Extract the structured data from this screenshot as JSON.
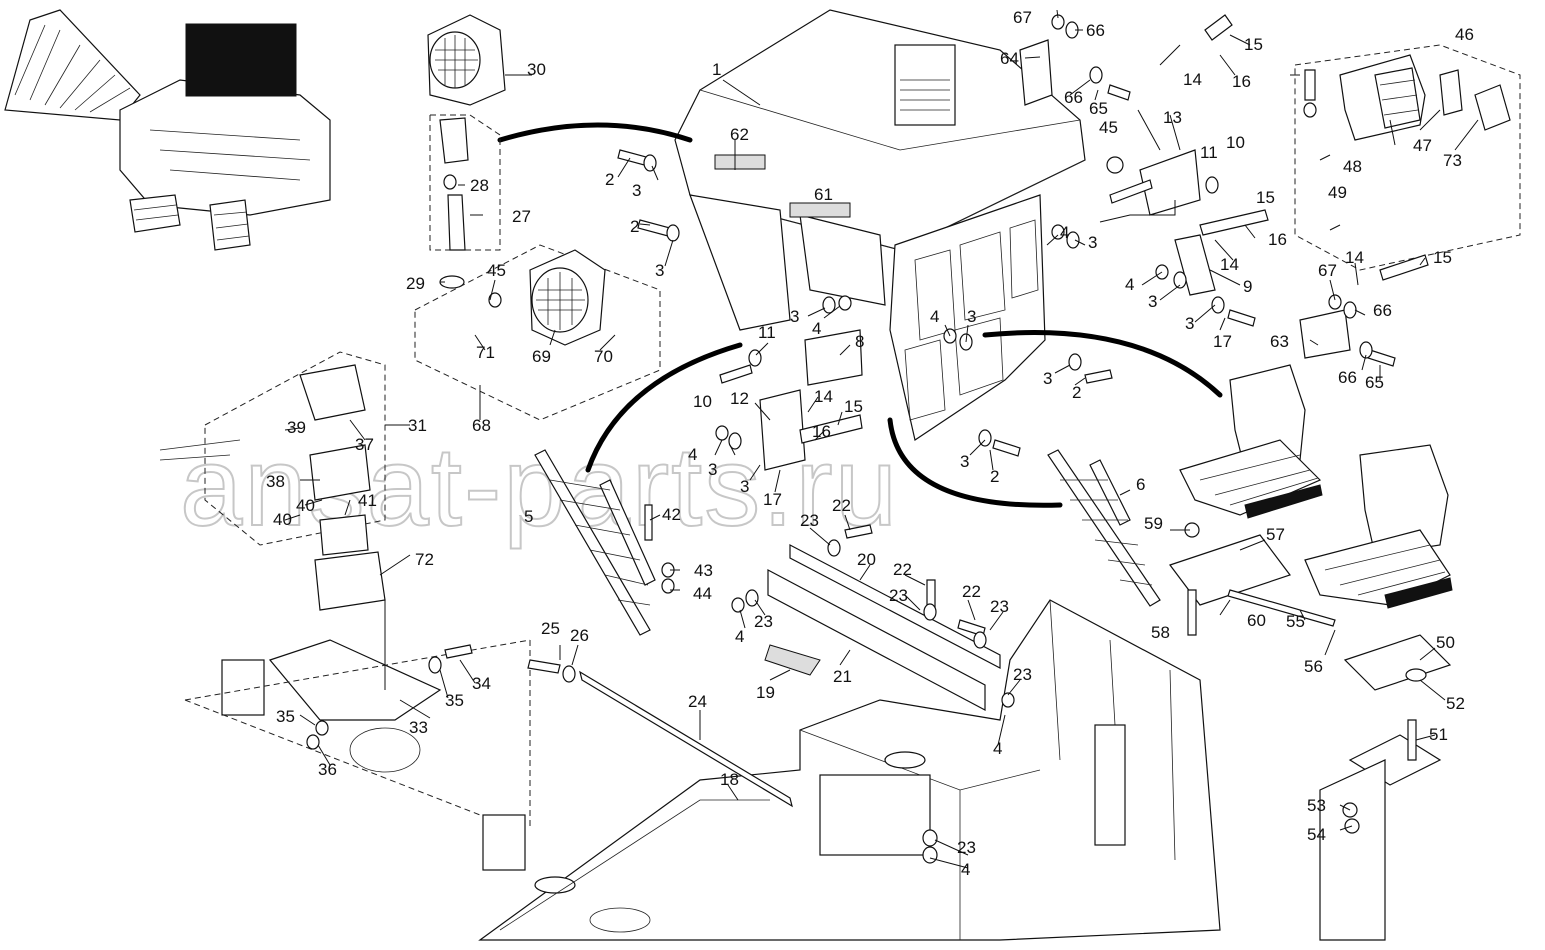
{
  "watermark": "ansat-parts.ru",
  "labels": {
    "l1": "1",
    "l2a": "2",
    "l2b": "2",
    "l2c": "2",
    "l2d": "2",
    "l3a": "3",
    "l3b": "3",
    "l3c": "3",
    "l3d": "3",
    "l3e": "3",
    "l3f": "3",
    "l3g": "3",
    "l3h": "3",
    "l3i": "3",
    "l3j": "3",
    "l3k": "3",
    "l4a": "4",
    "l4b": "4",
    "l4c": "4",
    "l4d": "4",
    "l4e": "4",
    "l4f": "4",
    "l4g": "4",
    "l4h": "4",
    "l5": "5",
    "l6": "6",
    "l8": "8",
    "l9": "9",
    "l10a": "10",
    "l10b": "10",
    "l11a": "11",
    "l11b": "11",
    "l12": "12",
    "l13": "13",
    "l14a": "14",
    "l14b": "14",
    "l14c": "14",
    "l14d": "14",
    "l15a": "15",
    "l15b": "15",
    "l15c": "15",
    "l15d": "15",
    "l16a": "16",
    "l16b": "16",
    "l16c": "16",
    "l17a": "17",
    "l17b": "17",
    "l18": "18",
    "l19": "19",
    "l20": "20",
    "l21": "21",
    "l22a": "22",
    "l22b": "22",
    "l22c": "22",
    "l23a": "23",
    "l23b": "23",
    "l23c": "23",
    "l23d": "23",
    "l23e": "23",
    "l23f": "23",
    "l24": "24",
    "l25": "25",
    "l26": "26",
    "l27": "27",
    "l28": "28",
    "l29": "29",
    "l30": "30",
    "l31": "31",
    "l33": "33",
    "l34": "34",
    "l35a": "35",
    "l35b": "35",
    "l36": "36",
    "l37": "37",
    "l38": "38",
    "l39": "39",
    "l40a": "40",
    "l40b": "40",
    "l41": "41",
    "l42": "42",
    "l43": "43",
    "l44": "44",
    "l45a": "45",
    "l45b": "45",
    "l46": "46",
    "l47": "47",
    "l48": "48",
    "l49": "49",
    "l50": "50",
    "l51": "51",
    "l52": "52",
    "l53": "53",
    "l54": "54",
    "l55": "55",
    "l56": "56",
    "l57": "57",
    "l58": "58",
    "l59": "59",
    "l60": "60",
    "l61": "61",
    "l62": "62",
    "l63": "63",
    "l64": "64",
    "l65a": "65",
    "l65b": "65",
    "l66a": "66",
    "l66b": "66",
    "l66c": "66",
    "l66d": "66",
    "l67a": "67",
    "l67b": "67",
    "l68": "68",
    "l69": "69",
    "l70": "70",
    "l71": "71",
    "l72": "72",
    "l73": "73"
  }
}
